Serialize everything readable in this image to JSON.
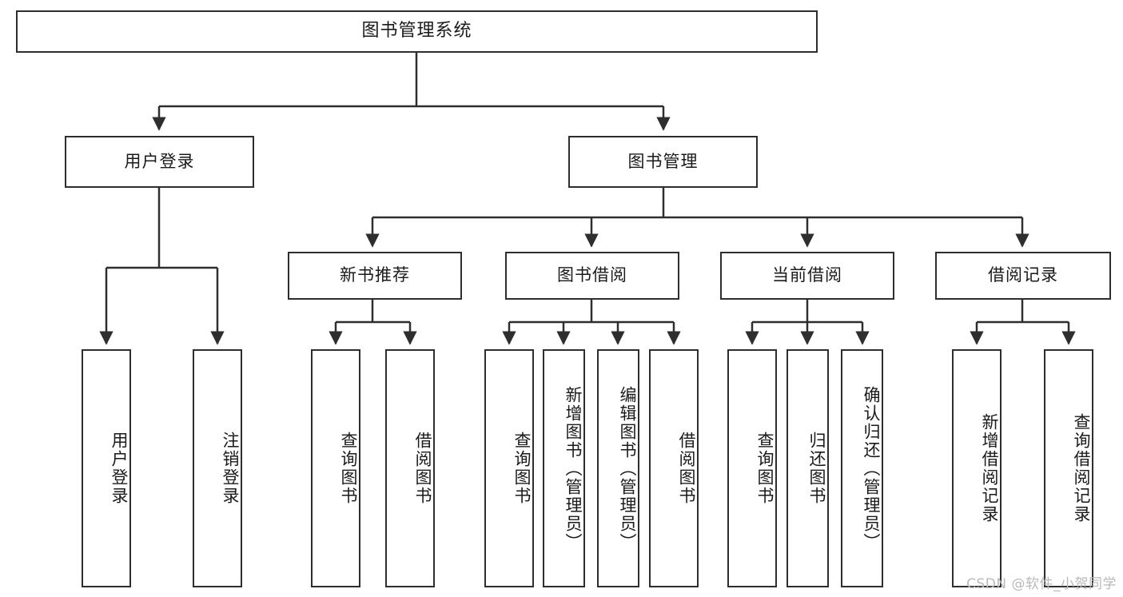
{
  "diagram": {
    "title": "图书管理系统",
    "type": "tree",
    "level2": [
      {
        "id": "user-login",
        "label": "用户登录"
      },
      {
        "id": "book-manage",
        "label": "图书管理"
      }
    ],
    "level3": [
      {
        "id": "new-book-rec",
        "label": "新书推荐"
      },
      {
        "id": "book-borrow",
        "label": "图书借阅"
      },
      {
        "id": "current-borrow",
        "label": "当前借阅"
      },
      {
        "id": "borrow-record",
        "label": "借阅记录"
      }
    ],
    "leaves": [
      {
        "id": "leaf-user-login",
        "label": "用户登录",
        "parent": "user-login"
      },
      {
        "id": "leaf-logout-login",
        "label": "注销登录",
        "parent": "user-login"
      },
      {
        "id": "leaf-query-book-1",
        "label": "查询图书",
        "parent": "new-book-rec"
      },
      {
        "id": "leaf-borrow-book-1",
        "label": "借阅图书",
        "parent": "new-book-rec"
      },
      {
        "id": "leaf-query-book-2",
        "label": "查询图书",
        "parent": "book-borrow"
      },
      {
        "id": "leaf-add-book",
        "label": "新增图书（管理员）",
        "parent": "book-borrow"
      },
      {
        "id": "leaf-edit-book",
        "label": "编辑图书（管理员）",
        "parent": "book-borrow"
      },
      {
        "id": "leaf-borrow-book-2",
        "label": "借阅图书",
        "parent": "book-borrow"
      },
      {
        "id": "leaf-query-book-3",
        "label": "查询图书",
        "parent": "current-borrow"
      },
      {
        "id": "leaf-return-book",
        "label": "归还图书",
        "parent": "current-borrow"
      },
      {
        "id": "leaf-confirm-return",
        "label": "确认归还（管理员）",
        "parent": "current-borrow"
      },
      {
        "id": "leaf-add-record",
        "label": "新增借阅记录",
        "parent": "borrow-record"
      },
      {
        "id": "leaf-query-record",
        "label": "查询借阅记录",
        "parent": "borrow-record"
      }
    ],
    "colors": {
      "stroke": "#2e2e2e",
      "background": "#ffffff",
      "text": "#1a1a1a",
      "watermark": "#b9b9b9"
    }
  },
  "watermark": {
    "text": "CSDN @软件_小贺同学"
  }
}
